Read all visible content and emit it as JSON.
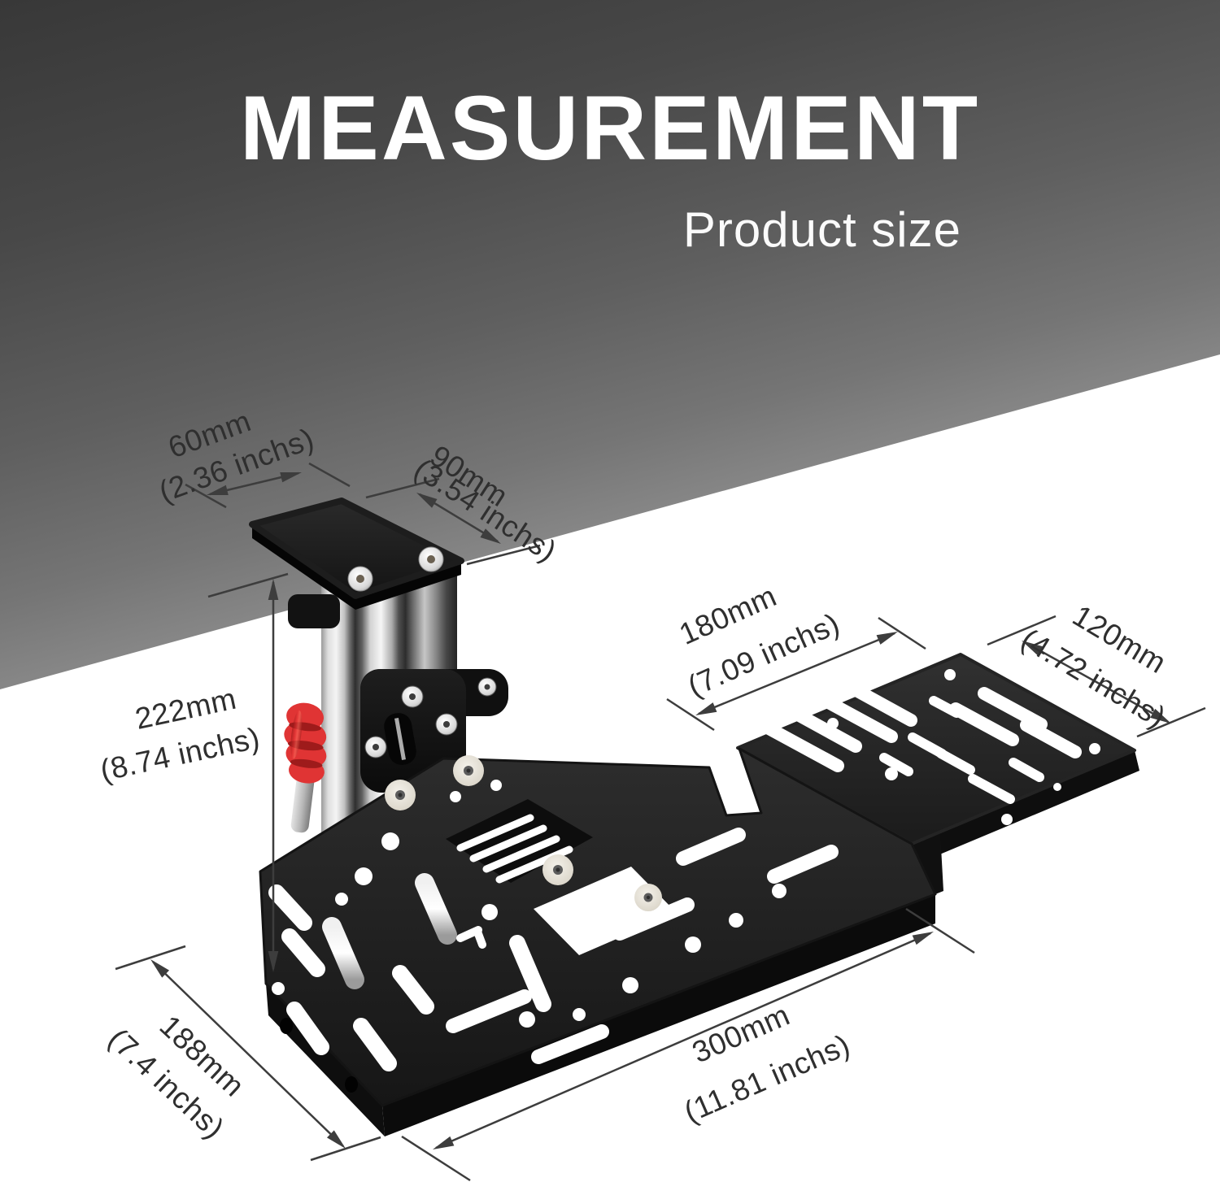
{
  "header": {
    "title": "MEASUREMENT",
    "subtitle": "Product size"
  },
  "dims": {
    "plate_width": {
      "value": "60mm",
      "inches": "(2.36 inchs)"
    },
    "plate_depth": {
      "value": "90mm",
      "inches": "(3.54 inchs)"
    },
    "height": {
      "value": "222mm",
      "inches": "(8.74 inchs)"
    },
    "ext_length": {
      "value": "180mm",
      "inches": "(7.09 inchs)"
    },
    "ext_width": {
      "value": "120mm",
      "inches": "(4.72 inchs)"
    },
    "base_width": {
      "value": "188mm",
      "inches": "(7.4 inchs)"
    },
    "base_length": {
      "value": "300mm",
      "inches": "(11.81 inchs)"
    }
  },
  "colors": {
    "handle_red": "#e03434",
    "dimension_line": "#3d3d3d",
    "background_dark": "#383838",
    "background_light": "#c6c6c6",
    "plate_black": "#222222"
  }
}
